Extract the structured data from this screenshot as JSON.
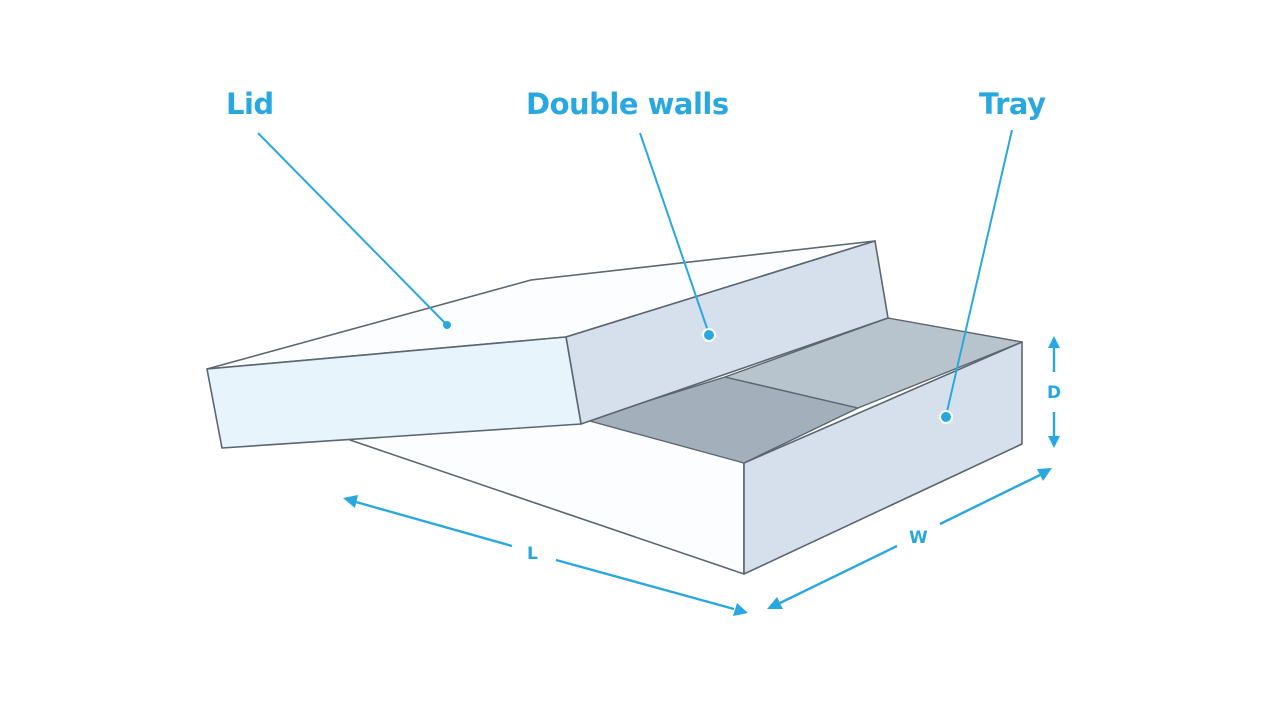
{
  "labels": {
    "lid": "Lid",
    "double_walls": "Double walls",
    "tray": "Tray"
  },
  "dimensions": {
    "length": "L",
    "width": "W",
    "depth": "D"
  },
  "colors": {
    "accent": "#29a8df",
    "outline": "#5b6670",
    "lid_top": "#fbfdff",
    "lid_front": "#e8f4fc",
    "lid_side": "#d5e0ec",
    "tray_front": "#fcfdfe",
    "tray_side": "#d5e0ec",
    "tray_inside_dark": "#a3b0bb",
    "tray_inside_light": "#b8c4cd"
  }
}
